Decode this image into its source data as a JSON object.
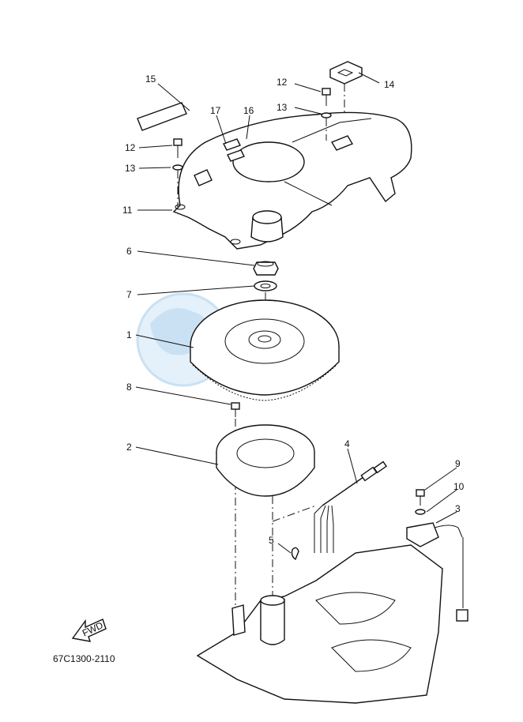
{
  "diagram": {
    "callouts": [
      {
        "id": "c15",
        "label": "15"
      },
      {
        "id": "c12a",
        "label": "12"
      },
      {
        "id": "c13a",
        "label": "13"
      },
      {
        "id": "c14",
        "label": "14"
      },
      {
        "id": "c17",
        "label": "17"
      },
      {
        "id": "c16",
        "label": "16"
      },
      {
        "id": "c12b",
        "label": "12"
      },
      {
        "id": "c13b",
        "label": "13"
      },
      {
        "id": "c11",
        "label": "11"
      },
      {
        "id": "c6",
        "label": "6"
      },
      {
        "id": "c7",
        "label": "7"
      },
      {
        "id": "c1",
        "label": "1"
      },
      {
        "id": "c8",
        "label": "8"
      },
      {
        "id": "c2",
        "label": "2"
      },
      {
        "id": "c4",
        "label": "4"
      },
      {
        "id": "c9",
        "label": "9"
      },
      {
        "id": "c10",
        "label": "10"
      },
      {
        "id": "c3",
        "label": "3"
      },
      {
        "id": "c5",
        "label": "5"
      }
    ],
    "fwd_label": "FWD",
    "drawing_code": "67C1300-2110",
    "colors": {
      "line": "#111111",
      "watermark": "#9ec9ea",
      "background": "#ffffff"
    }
  }
}
